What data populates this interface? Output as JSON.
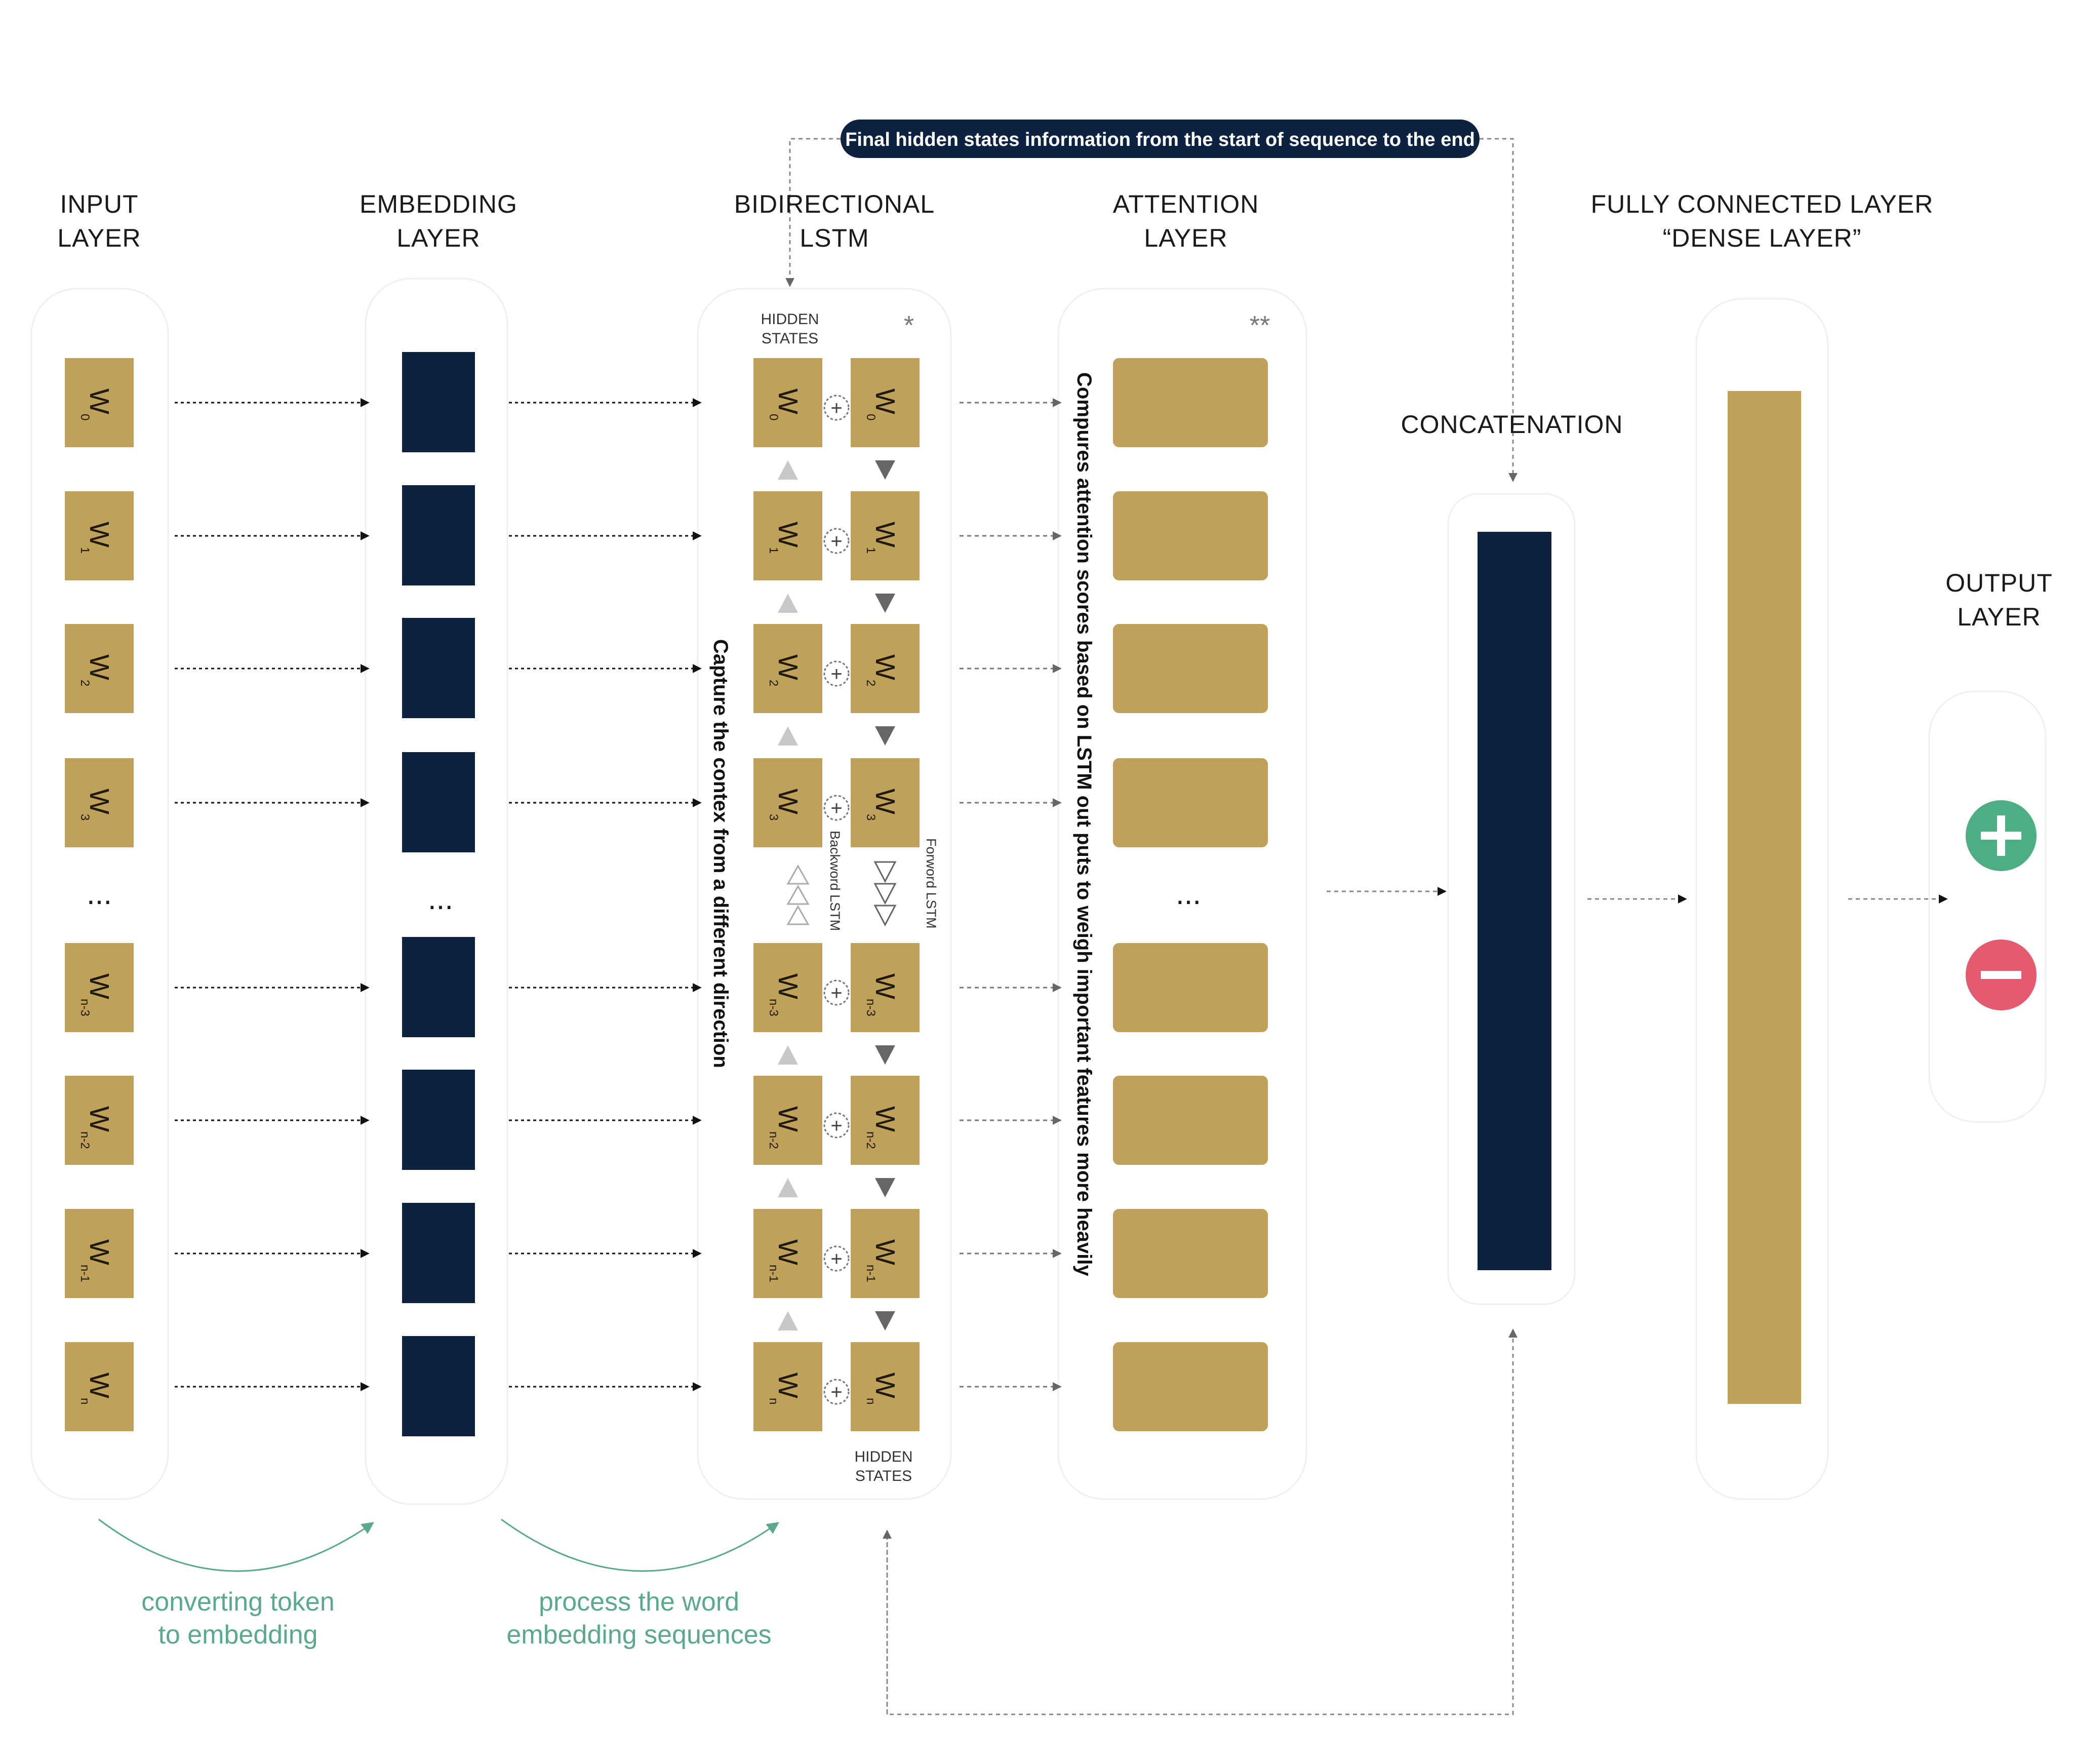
{
  "banner": "Final hidden states information from the start of sequence to the end",
  "headers": {
    "input": [
      "INPUT",
      "LAYER"
    ],
    "embedding": [
      "EMBEDDING",
      "LAYER"
    ],
    "bilstm": [
      "BIDIRECTIONAL",
      "LSTM"
    ],
    "attention": [
      "ATTENTION",
      "LAYER"
    ],
    "concat": "CONCATENATION",
    "dense": [
      "FULLY CONNECTED LAYER",
      "“DENSE LAYER”"
    ],
    "output": [
      "OUTPUT",
      "LAYER"
    ]
  },
  "tokens": [
    "0",
    "1",
    "2",
    "3",
    "n-3",
    "n-2",
    "n-1",
    "n"
  ],
  "token_letter": "W",
  "ellipsis": "...",
  "hidden_states": [
    "HIDDEN",
    "STATES"
  ],
  "star_single": "*",
  "star_double": "**",
  "plus_sign": "+",
  "backward_label": "Backword LSTM",
  "forward_label": "Forword LSTM",
  "capture_text": "Capture the contex from a different direction",
  "attention_text": "Compures attention scores based on LSTM out puts to weigh important features more heavily",
  "notes": {
    "token_to_embedding": [
      "converting token",
      "to embedding"
    ],
    "process_sequences": [
      "process the word",
      "embedding sequences"
    ]
  },
  "colors": {
    "gold": "#c0a15a",
    "navy": "#0d2240",
    "green": "#4cae82",
    "red": "#e45a6e"
  }
}
